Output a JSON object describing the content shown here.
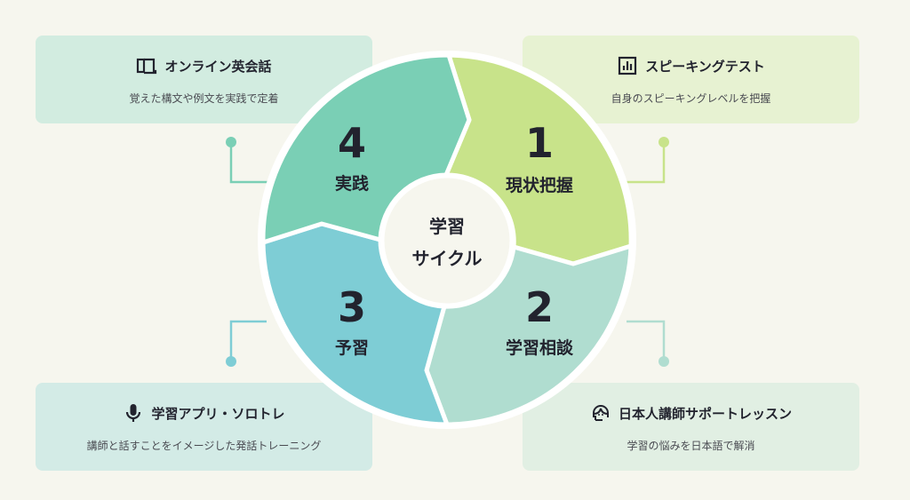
{
  "center": {
    "line1": "学習",
    "line2": "サイクル"
  },
  "steps": [
    {
      "number": "1",
      "label": "現状把握",
      "color": "#c8e38a"
    },
    {
      "number": "2",
      "label": "学習相談",
      "color": "#b0ddd0"
    },
    {
      "number": "3",
      "label": "予習",
      "color": "#7ecdd5"
    },
    {
      "number": "4",
      "label": "実践",
      "color": "#7acfb5"
    }
  ],
  "cards": {
    "online": {
      "icon": "tablet-icon",
      "title": "オンライン英会話",
      "subtitle": "覚えた構文や例文を実践で定着"
    },
    "speaking": {
      "icon": "bar-chart-icon",
      "title": "スピーキングテスト",
      "subtitle": "自身のスピーキングレベルを把握"
    },
    "app": {
      "icon": "microphone-icon",
      "title": "学習アプリ・ソロトレ",
      "subtitle": "講師と話すことをイメージした発話トレーニング"
    },
    "support": {
      "icon": "headset-person-icon",
      "title": "日本人講師サポートレッスン",
      "subtitle": "学習の悩みを日本語で解消"
    }
  }
}
